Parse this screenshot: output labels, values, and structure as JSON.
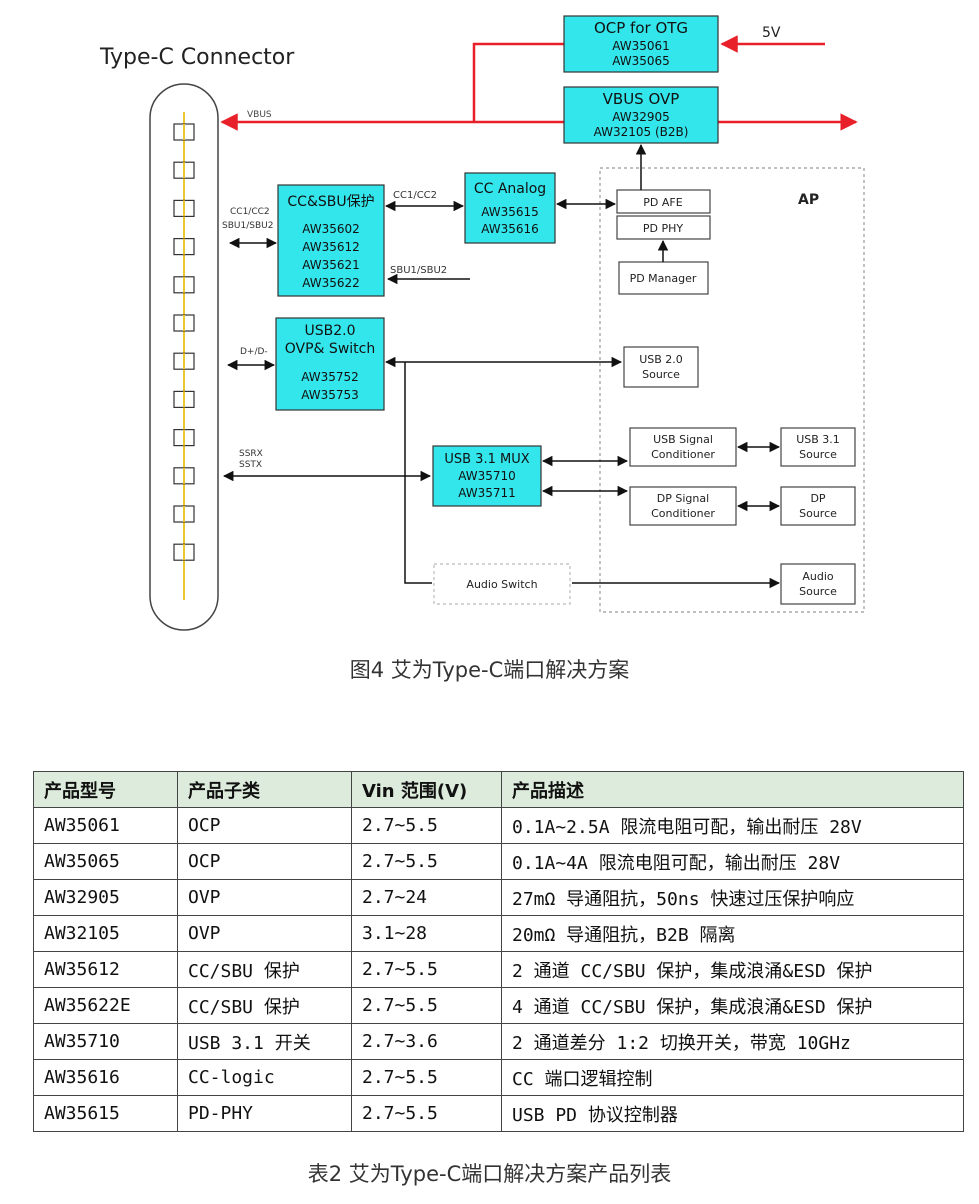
{
  "diagram": {
    "connector_title": "Type-C Connector",
    "blocks": {
      "ocp": {
        "title": "OCP for OTG",
        "parts": [
          "AW35061",
          "AW35065"
        ]
      },
      "vbus_ovp": {
        "title": "VBUS OVP",
        "parts": [
          "AW32905",
          "AW32105 (B2B)"
        ]
      },
      "cc_sbu": {
        "title": "CC&SBU保护",
        "parts": [
          "AW35602",
          "AW35612",
          "AW35621",
          "AW35622"
        ]
      },
      "cc_analog": {
        "title": "CC Analog",
        "parts": [
          "AW35615",
          "AW35616"
        ]
      },
      "usb2_ovp": {
        "title_line1": "USB2.0",
        "title_line2": "OVP& Switch",
        "parts": [
          "AW35752",
          "AW35753"
        ]
      },
      "usb31_mux": {
        "title": "USB 3.1 MUX",
        "parts": [
          "AW35710",
          "AW35711"
        ]
      }
    },
    "ap": {
      "label": "AP",
      "pd_afe": "PD AFE",
      "pd_phy": "PD PHY",
      "pd_manager": "PD Manager",
      "usb2_source": [
        "USB 2.0",
        "Source"
      ],
      "usb_signal_conditioner": [
        "USB Signal",
        "Conditioner"
      ],
      "dp_signal_conditioner": [
        "DP Signal",
        "Conditioner"
      ],
      "usb31_source": [
        "USB 3.1",
        "Source"
      ],
      "dp_source": [
        "DP",
        "Source"
      ],
      "audio_source": [
        "Audio",
        "Source"
      ]
    },
    "audio_switch": "Audio Switch",
    "signals": {
      "five_v": "5V",
      "vbus": "VBUS",
      "cc1_cc2_left": "CC1/CC2",
      "sbu1_sbu2_left": "SBU1/SBU2",
      "cc1_cc2_mid": "CC1/CC2",
      "sbu1_sbu2_mid": "SBU1/SBU2",
      "dp_dm": "D+/D-",
      "ssrx": "SSRX",
      "sstx": "SSTX"
    },
    "colors": {
      "block_fill": "#33e6ec",
      "power_line": "#e8202a",
      "connector_line": "#e8c832"
    }
  },
  "figure_caption": "图4 艾为Type-C端口解决方案",
  "table": {
    "headers": [
      "产品型号",
      "产品子类",
      "Vin 范围(V)",
      "产品描述"
    ],
    "rows": [
      [
        "AW35061",
        "OCP",
        "2.7~5.5",
        "0.1A~2.5A 限流电阻可配，输出耐压 28V"
      ],
      [
        "AW35065",
        "OCP",
        "2.7~5.5",
        "0.1A~4A 限流电阻可配，输出耐压 28V"
      ],
      [
        "AW32905",
        "OVP",
        "2.7~24",
        "27mΩ 导通阻抗，50ns 快速过压保护响应"
      ],
      [
        "AW32105",
        "OVP",
        "3.1~28",
        "20mΩ 导通阻抗，B2B 隔离"
      ],
      [
        "AW35612",
        "CC/SBU 保护",
        "2.7~5.5",
        "2 通道 CC/SBU 保护，集成浪涌&ESD 保护"
      ],
      [
        "AW35622E",
        "CC/SBU 保护",
        "2.7~5.5",
        "4 通道 CC/SBU 保护，集成浪涌&ESD 保护"
      ],
      [
        "AW35710",
        "USB 3.1 开关",
        "2.7~3.6",
        "2 通道差分 1:2 切换开关，带宽 10GHz"
      ],
      [
        "AW35616",
        "CC-logic",
        "2.7~5.5",
        "CC 端口逻辑控制"
      ],
      [
        "AW35615",
        "PD-PHY",
        "2.7~5.5",
        "USB PD 协议控制器"
      ]
    ]
  },
  "table_caption": "表2 艾为Type-C端口解决方案产品列表"
}
